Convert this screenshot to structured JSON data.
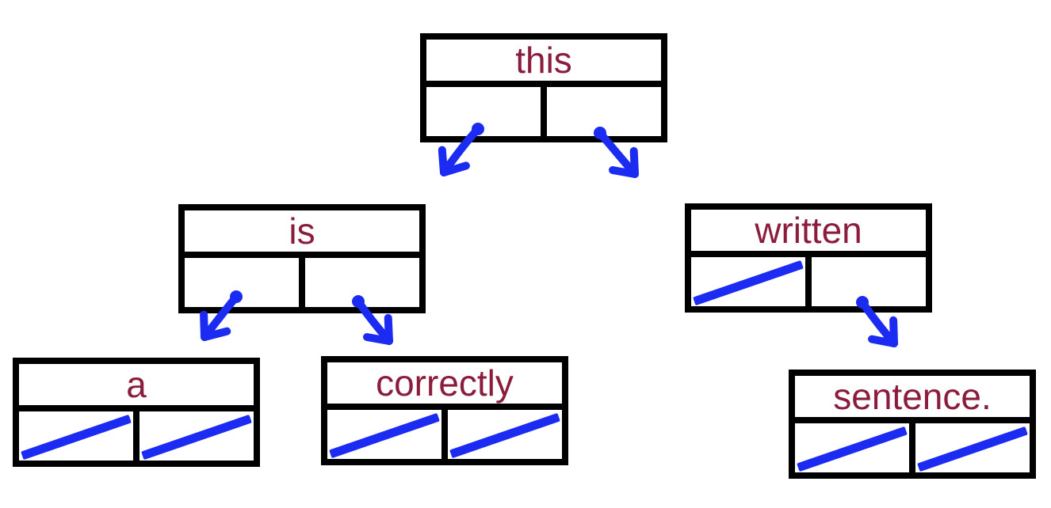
{
  "colors": {
    "pointer_blue": "#1c2bf2",
    "word_text": "#8b1c3c",
    "box_border": "#000000",
    "background": "#ffffff"
  },
  "nodes": {
    "this": {
      "word": "this",
      "left": "is",
      "right": "written"
    },
    "is": {
      "word": "is",
      "left": "a",
      "right": "correctly"
    },
    "written": {
      "word": "written",
      "left": null,
      "right": "sentence"
    },
    "a": {
      "word": "a",
      "left": null,
      "right": null
    },
    "correctly": {
      "word": "correctly",
      "left": null,
      "right": null
    },
    "sentence": {
      "word": "sentence.",
      "left": null,
      "right": null
    }
  },
  "edges": [
    {
      "from": "this",
      "side": "left",
      "to": "is"
    },
    {
      "from": "this",
      "side": "right",
      "to": "written"
    },
    {
      "from": "is",
      "side": "left",
      "to": "a"
    },
    {
      "from": "is",
      "side": "right",
      "to": "correctly"
    },
    {
      "from": "written",
      "side": "right",
      "to": "sentence"
    }
  ]
}
